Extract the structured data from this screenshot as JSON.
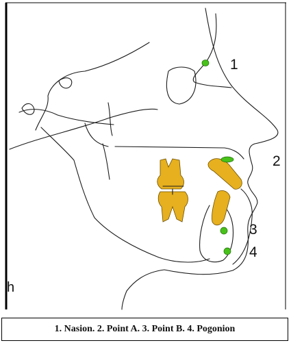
{
  "figure": {
    "landmarks": [
      {
        "number": "1",
        "name": "Nasion",
        "color": "#48c21a"
      },
      {
        "number": "2",
        "name": "Point A",
        "color": "#48c21a"
      },
      {
        "number": "3",
        "name": "Point B",
        "color": "#48c21a"
      },
      {
        "number": "4",
        "name": "Pogonion",
        "color": "#48c21a"
      }
    ],
    "stray_glyph": "h",
    "tooth_color": "#e6b01e",
    "line_color": "#1a1a1a"
  },
  "caption": {
    "text": "1. Nasion. 2. Point A. 3. Point B. 4. Pogonion"
  }
}
